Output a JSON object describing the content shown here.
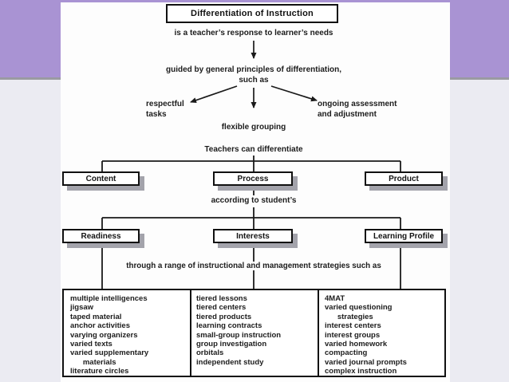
{
  "diagram": {
    "title": "Differentiation of Instruction",
    "intro": "is a teacher’s response to learner’s needs",
    "principles": "guided by general principles of differentiation,\nsuch as",
    "principle_left": "respectful\ntasks",
    "principle_center": "flexible grouping",
    "principle_right": "ongoing assessment\nand adjustment",
    "differentiate": "Teachers can differentiate",
    "areas": [
      "Content",
      "Process",
      "Product"
    ],
    "according": "according to student’s",
    "traits": [
      "Readiness",
      "Interests",
      "Learning Profile"
    ],
    "strategies_intro": "through a range of instructional and management strategies such as",
    "strategies": {
      "col1": [
        "multiple intelligences",
        "jigsaw",
        "taped material",
        "anchor activities",
        "varying organizers",
        "varied texts",
        "varied supplementary",
        "      materials",
        "literature circles"
      ],
      "col2": [
        "tiered lessons",
        "tiered centers",
        "tiered products",
        "learning contracts",
        "small-group instruction",
        "group investigation",
        "orbitals",
        "independent study"
      ],
      "col3": [
        "4MAT",
        "varied questioning",
        "      strategies",
        "interest centers",
        "interest groups",
        "varied homework",
        "compacting",
        "varied journal prompts",
        "complex instruction"
      ]
    }
  },
  "colors": {
    "slide_purple": "#a993d3",
    "rule_gray": "#9a9aa2",
    "backdrop": "#ebebf2",
    "page_bg": "#fdfdfd",
    "ink": "#1c1c1c",
    "box_shadow": "#a3a3ab"
  }
}
